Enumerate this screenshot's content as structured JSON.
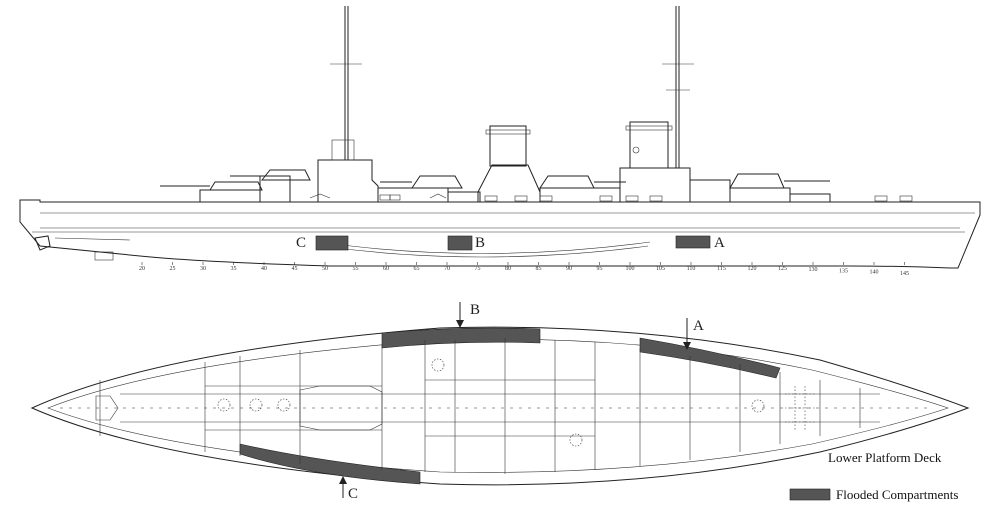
{
  "markers": {
    "a": "A",
    "b": "B",
    "c": "C"
  },
  "frame_numbers": [
    "20",
    "25",
    "30",
    "35",
    "40",
    "45",
    "50",
    "55",
    "60",
    "65",
    "70",
    "75",
    "80",
    "85",
    "90",
    "95",
    "100",
    "105",
    "110",
    "115",
    "120",
    "125",
    "130",
    "135",
    "140",
    "145"
  ],
  "labels": {
    "deck_name": "Lower Platform Deck",
    "legend_flooded": "Flooded Compartments"
  },
  "colors": {
    "flooded": "#555555",
    "ink": "#222222"
  }
}
